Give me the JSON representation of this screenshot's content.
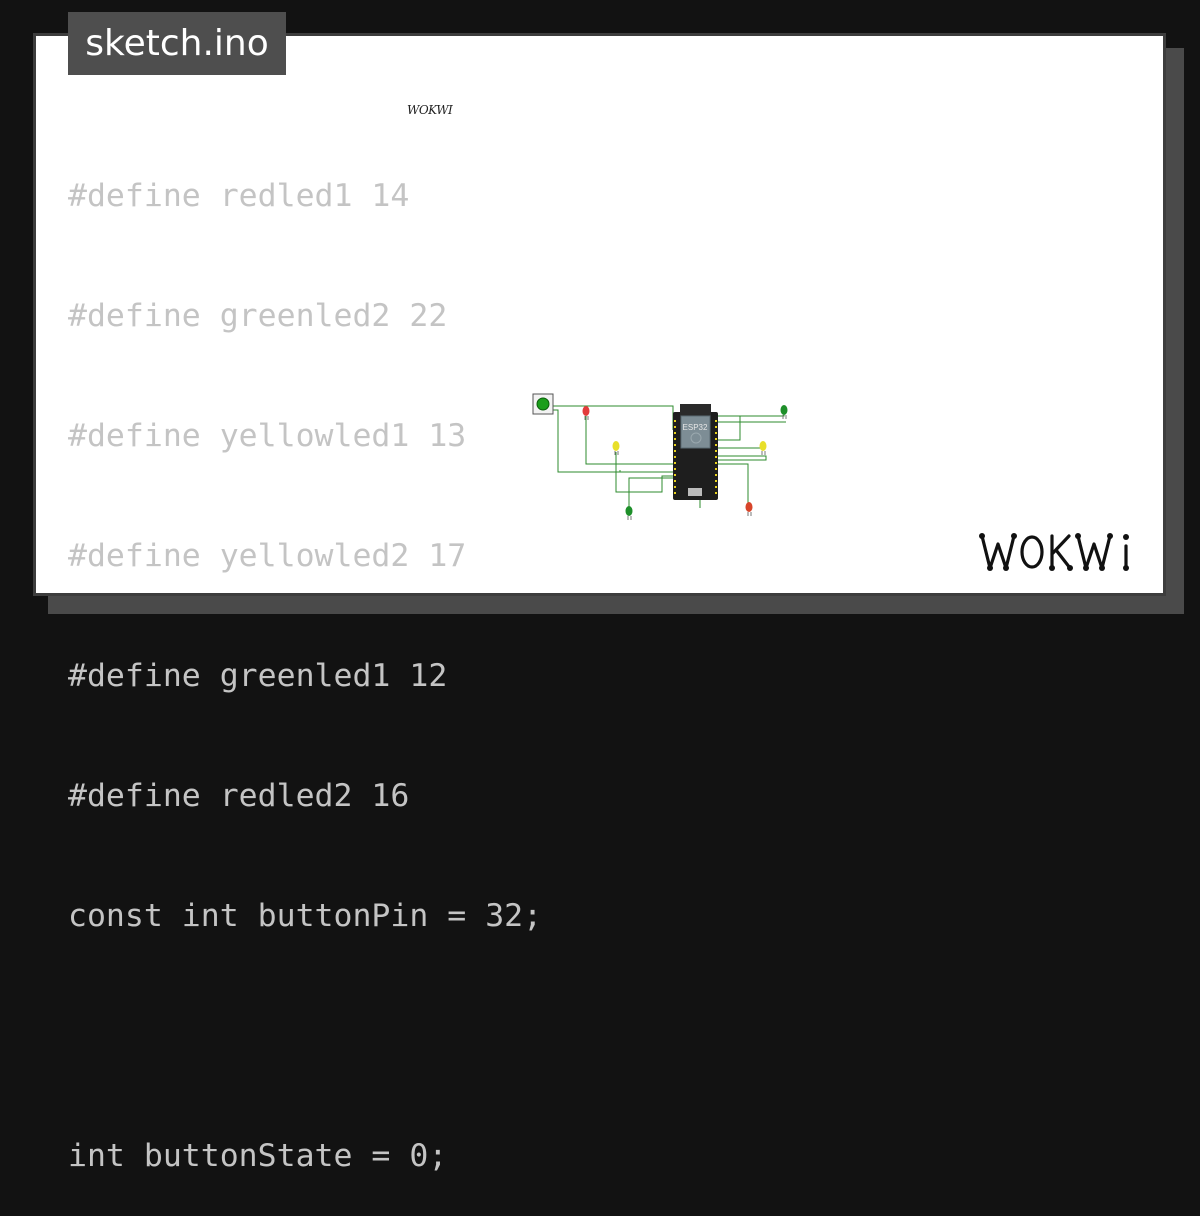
{
  "file": {
    "name": "sketch.ino"
  },
  "code": {
    "lines": [
      "#define redled1 14",
      "#define greenled2 22",
      "#define yellowled1 13",
      "#define yellowled2 17",
      "#define greenled1 12",
      "#define redled2 16",
      "const int buttonPin = 32;",
      "",
      "int buttonState = 0;"
    ]
  },
  "simulator": {
    "small_label": "WOKWI",
    "board_label": "ESP32"
  },
  "brand": {
    "logo_text": "WOKWI",
    "logo_icon": "wokwi-logo"
  },
  "colors": {
    "background": "#121212",
    "card": "#ffffff",
    "tab": "#4e4e4e",
    "code_text": "#c4c4c4",
    "wire": "#2e8b2e"
  }
}
